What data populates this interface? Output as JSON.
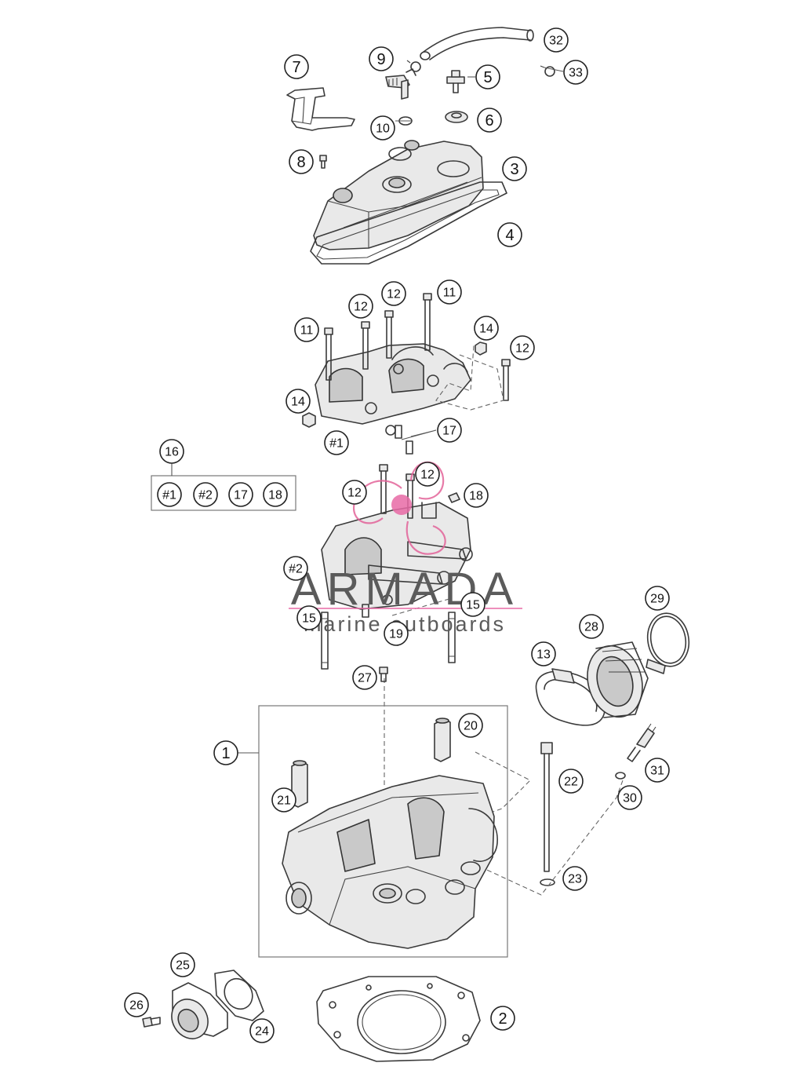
{
  "diagram": {
    "callouts": [
      {
        "id": "c1",
        "label": "1"
      },
      {
        "id": "c2",
        "label": "2"
      },
      {
        "id": "c3",
        "label": "3"
      },
      {
        "id": "c4",
        "label": "4"
      },
      {
        "id": "c5",
        "label": "5"
      },
      {
        "id": "c6",
        "label": "6"
      },
      {
        "id": "c7",
        "label": "7"
      },
      {
        "id": "c8",
        "label": "8"
      },
      {
        "id": "c9",
        "label": "9"
      },
      {
        "id": "c10",
        "label": "10"
      },
      {
        "id": "c11a",
        "label": "11"
      },
      {
        "id": "c11b",
        "label": "11"
      },
      {
        "id": "c12a",
        "label": "12"
      },
      {
        "id": "c12b",
        "label": "12"
      },
      {
        "id": "c12c",
        "label": "12"
      },
      {
        "id": "c12d",
        "label": "12"
      },
      {
        "id": "c12e",
        "label": "12"
      },
      {
        "id": "c13",
        "label": "13"
      },
      {
        "id": "c14a",
        "label": "14"
      },
      {
        "id": "c14b",
        "label": "14"
      },
      {
        "id": "c15a",
        "label": "15"
      },
      {
        "id": "c15b",
        "label": "15"
      },
      {
        "id": "c16",
        "label": "16"
      },
      {
        "id": "c17",
        "label": "17"
      },
      {
        "id": "c18",
        "label": "18"
      },
      {
        "id": "c19",
        "label": "19"
      },
      {
        "id": "c20",
        "label": "20"
      },
      {
        "id": "c21",
        "label": "21"
      },
      {
        "id": "c22",
        "label": "22"
      },
      {
        "id": "c23",
        "label": "23"
      },
      {
        "id": "c24",
        "label": "24"
      },
      {
        "id": "c25",
        "label": "25"
      },
      {
        "id": "c26",
        "label": "26"
      },
      {
        "id": "c27",
        "label": "27"
      },
      {
        "id": "c28",
        "label": "28"
      },
      {
        "id": "c29",
        "label": "29"
      },
      {
        "id": "c30",
        "label": "30"
      },
      {
        "id": "c31",
        "label": "31"
      },
      {
        "id": "c32",
        "label": "32"
      },
      {
        "id": "c33",
        "label": "33"
      },
      {
        "id": "cp1",
        "label": "#1"
      },
      {
        "id": "cp2",
        "label": "#2"
      }
    ],
    "kit_box": {
      "items": [
        "#1",
        "#2",
        "17",
        "18"
      ]
    }
  },
  "watermark": {
    "title": "ARMADA",
    "subtitle": "marine outboards",
    "color": "#e86aa6"
  }
}
